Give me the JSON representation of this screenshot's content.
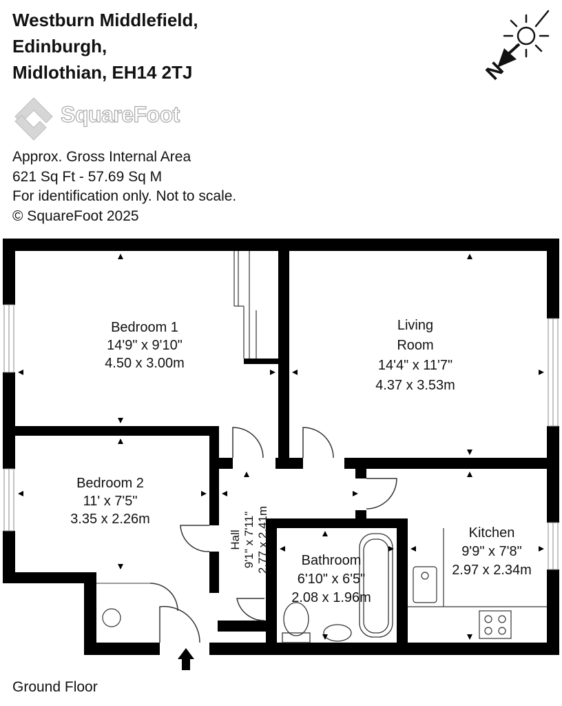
{
  "address": {
    "line1": "Westburn Middlefield,",
    "line2": "Edinburgh,",
    "line3": "Midlothian, EH14 2TJ"
  },
  "logo": {
    "text": "SquareFoot"
  },
  "info": {
    "line1": "Approx. Gross Internal Area",
    "line2": "621 Sq Ft  -  57.69 Sq M",
    "line3": "For identification only. Not to scale.",
    "line4": "© SquareFoot 2025"
  },
  "compass": {
    "label": "N"
  },
  "rooms": {
    "bedroom1": {
      "name": "Bedroom 1",
      "imperial": "14'9\" x 9'10\"",
      "metric": "4.50 x 3.00m"
    },
    "living": {
      "name_line1": "Living",
      "name_line2": "Room",
      "imperial": "14'4\" x 11'7\"",
      "metric": "4.37 x 3.53m"
    },
    "bedroom2": {
      "name": "Bedroom 2",
      "imperial": "11' x 7'5\"",
      "metric": "3.35 x 2.26m"
    },
    "hall": {
      "name": "Hall",
      "imperial": "9'1\" x 7'11\"",
      "metric": "2.77 x 2.41m"
    },
    "bathroom": {
      "name": "Bathroom",
      "imperial": "6'10\" x 6'5\"",
      "metric": "2.08 x 1.96m"
    },
    "kitchen": {
      "name": "Kitchen",
      "imperial": "9'9\" x 7'8\"",
      "metric": "2.97 x 2.34m"
    }
  },
  "floor": {
    "label": "Ground Floor"
  }
}
